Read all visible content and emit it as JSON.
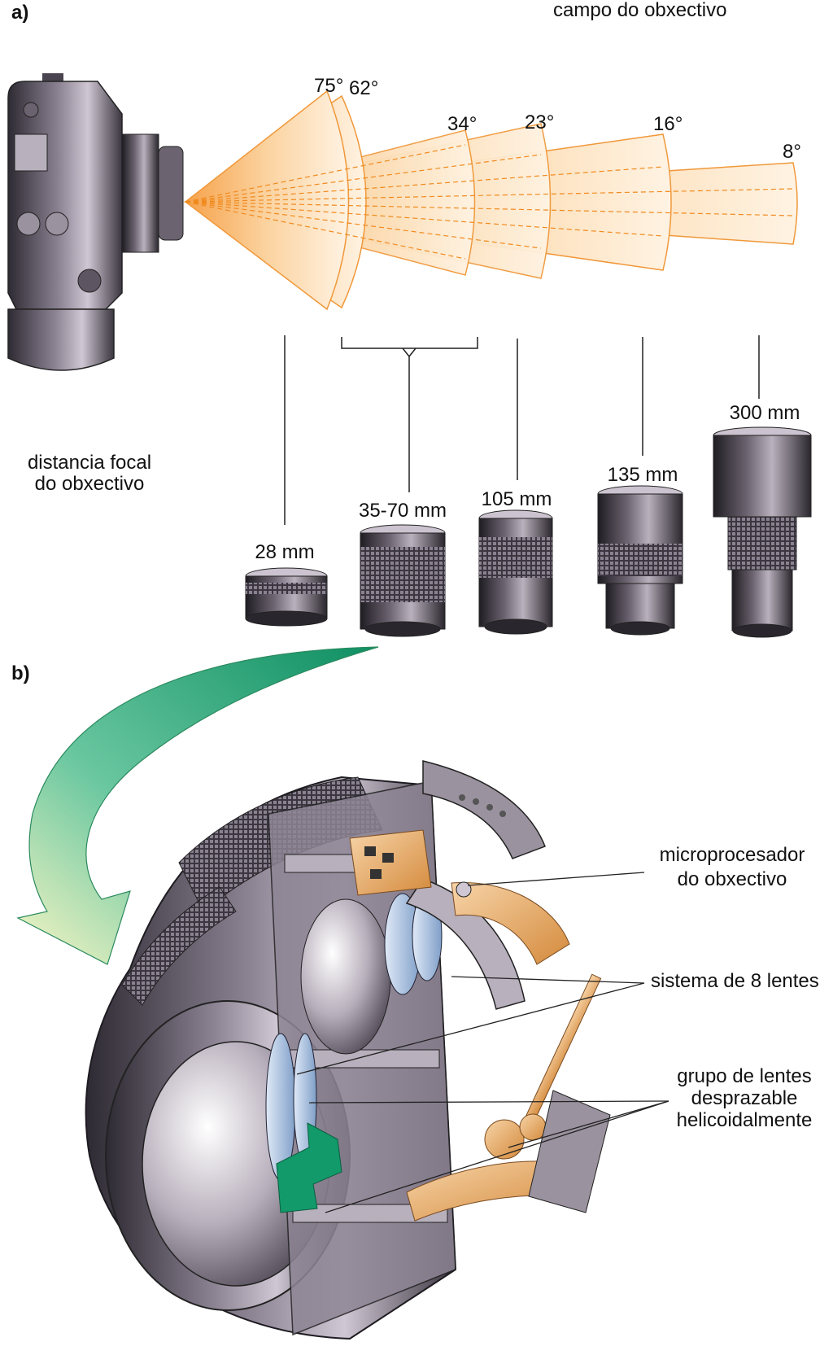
{
  "panel_a": {
    "label": "a)",
    "header": "campo do obxectivo",
    "angles": [
      "75°",
      "62°",
      "34°",
      "23°",
      "16°",
      "8°"
    ],
    "focal_label_line1": "distancia focal",
    "focal_label_line2": "do obxectivo",
    "lenses": [
      "28 mm",
      "35-70 mm",
      "105 mm",
      "135 mm",
      "300 mm"
    ]
  },
  "panel_b": {
    "label": "b)",
    "callouts": {
      "microprocessor_line1": "microprocesador",
      "microprocessor_line2": "do obxectivo",
      "lens_system": "sistema de 8 lentes",
      "helical_line1": "grupo de lentes",
      "helical_line2": "desprazable",
      "helical_line3": "helicoidalmente"
    }
  },
  "colors": {
    "field_fill": "#f9c98a",
    "field_stroke": "#f08a1e",
    "arrow_green": "#129a6a",
    "lens_body": "#4a4450",
    "lens_glass": "#9fb8d8",
    "gear_copper": "#e8a050"
  }
}
